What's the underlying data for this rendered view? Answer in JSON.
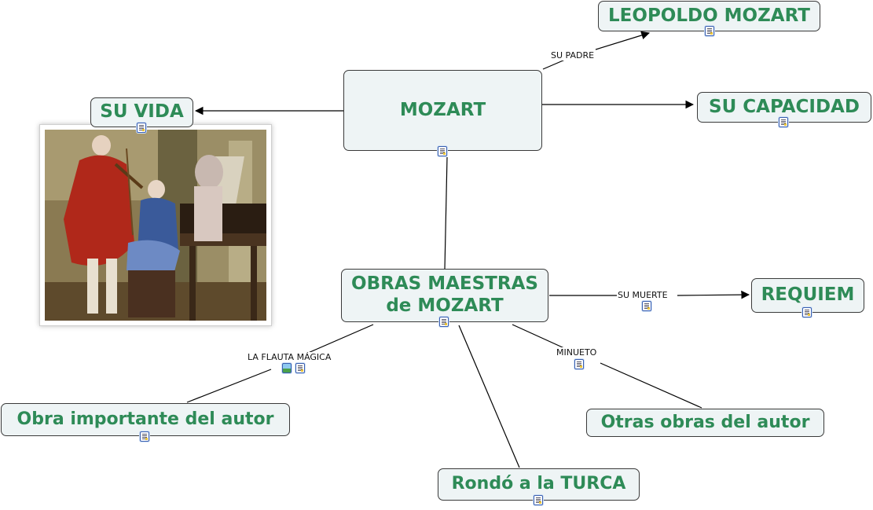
{
  "nodes": {
    "mozart": "MOZART",
    "leopoldo": "LEOPOLDO MOZART",
    "su_vida": "SU VIDA",
    "su_capacidad": "SU CAPACIDAD",
    "obras_line1": "OBRAS MAESTRAS",
    "obras_line2": "de MOZART",
    "requiem": "REQUIEM",
    "obra_importante": "Obra importante del autor",
    "otras_obras": "Otras obras del autor",
    "rondo": "Rondó a la TURCA"
  },
  "links": {
    "su_padre": "SU PADRE",
    "su_muerte": "SU MUERTE",
    "flauta": "LA FLAUTA MÁGICA",
    "minueto": "MINUETO"
  },
  "colors": {
    "node_text": "#2e8b57",
    "node_fill": "#eef4f5",
    "line": "#000000"
  },
  "icons": [
    "document-icon",
    "image-icon"
  ],
  "image": "painting-mozart-family-at-harpsichord"
}
